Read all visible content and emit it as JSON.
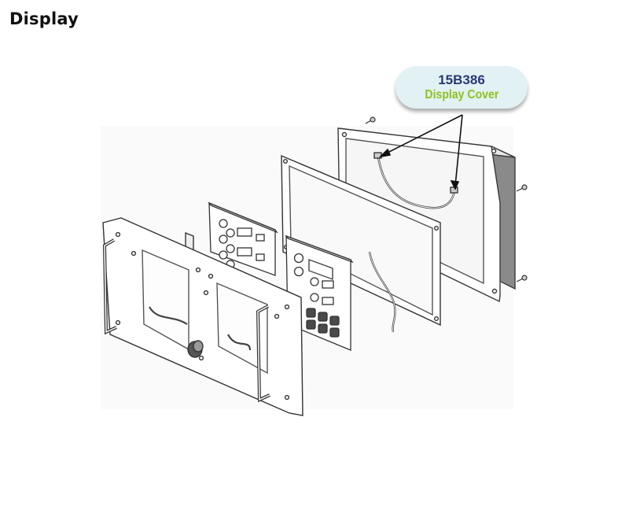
{
  "page": {
    "title": "Display"
  },
  "callout": {
    "part_number": "15B386",
    "part_name": "Display Cover"
  },
  "colors": {
    "callout_bg": "#e2f1f3",
    "part_number": "#2a3876",
    "part_name": "#8dc21f",
    "line_art": "#444444"
  },
  "diagram": {
    "subject": "exploded view of display assembly",
    "components": [
      "mounting-plate-with-handles",
      "left-control-panel",
      "right-control-panel",
      "gasket-frame",
      "display-cover-enclosure"
    ]
  }
}
